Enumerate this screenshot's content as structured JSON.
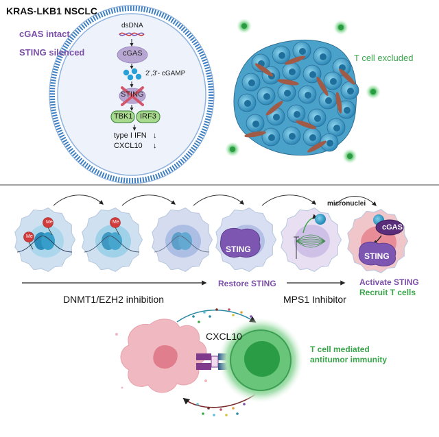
{
  "top": {
    "title": "KRAS-LKB1  NSCLC",
    "cgas_intact": "cGAS intact",
    "sting_silenced": "STING silenced",
    "cell": {
      "dsdna": "dsDNA",
      "cgas": "cGAS",
      "cgamp": "2',3'- cGAMP",
      "sting": "STING",
      "tbk1": "TBK1",
      "irf3": "IRF3",
      "type1_ifn": "type I IFN",
      "cxcl10": "CXCL10",
      "down_arrow": "↓"
    },
    "t_cell_excluded": "T cell excluded"
  },
  "middle": {
    "me_labels": [
      "Me",
      "Me",
      "Me"
    ],
    "sting_label_1": "STING",
    "sting_label_2": "STING",
    "cgas_label": "cGAS",
    "micronuclei": "micronuclei",
    "dnmt_ezh2": "DNMT1/EZH2 inhibition",
    "restore_sting": "Restore STING",
    "mps1": "MPS1 Inhibitor",
    "activate_sting": "Activate STING",
    "recruit_t": "Recruit T cells"
  },
  "bottom": {
    "cxcl10": "CXCL10",
    "t_cell_mediated": "T cell mediated",
    "antitumor": "antitumor immunity"
  },
  "colors": {
    "purple": "#7b4fa8",
    "green": "#3aa64a",
    "cell_blue": "#d7e6f3",
    "membrane": "#2f6fb0",
    "tumor_blue": "#3e99c4",
    "tumor_pink": "#e79aa6",
    "t_cell_green": "#4fbf64"
  },
  "icons": [
    "dna-helix-icon",
    "cgamp-dots-icon",
    "x-mark-icon",
    "nucleosome-icon",
    "tumor-cluster-icon",
    "t-cell-icon",
    "tumor-cell-icon",
    "receptor-icon"
  ]
}
